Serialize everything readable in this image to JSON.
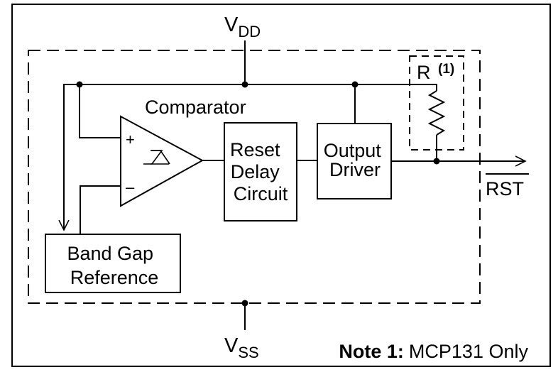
{
  "labels": {
    "vdd_main": "V",
    "vdd_sub": "DD",
    "vss_main": "V",
    "vss_sub": "SS",
    "comparator": "Comparator",
    "plus": "+",
    "minus": "–",
    "reset_line1": "Reset",
    "reset_line2": "Delay",
    "reset_line3": "Circuit",
    "output_line1": "Output",
    "output_line2": "Driver",
    "band_line1": "Band Gap",
    "band_line2": "Reference",
    "resistor_main": "R",
    "resistor_note": "(1)",
    "rst": "RST",
    "note_bold": "Note 1:",
    "note_text": "MCP131 Only"
  }
}
